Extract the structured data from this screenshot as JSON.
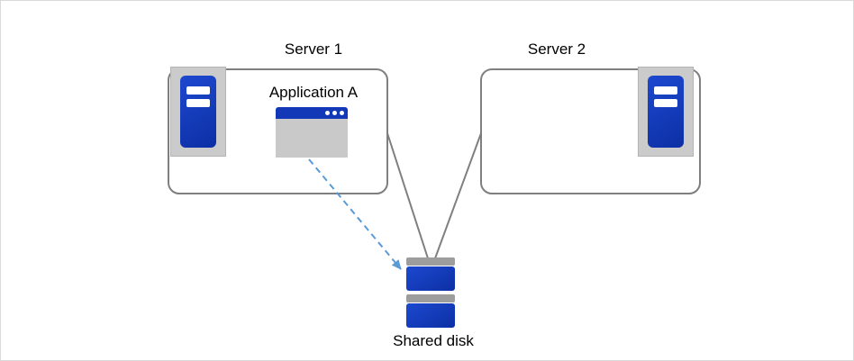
{
  "diagram": {
    "nodes": {
      "server1": {
        "label": "Server 1",
        "application": "Application A"
      },
      "server2": {
        "label": "Server 2"
      },
      "shared_disk": {
        "label": "Shared disk"
      }
    },
    "icons": {
      "server1": "server-tower-icon",
      "server2": "server-tower-icon",
      "application": "application-window-icon",
      "shared_disk": "disk-stack-icon"
    },
    "connections": [
      {
        "from": "server1",
        "to": "shared_disk",
        "style": "solid-gray-line"
      },
      {
        "from": "server2",
        "to": "shared_disk",
        "style": "solid-gray-line"
      },
      {
        "from": "application",
        "to": "shared_disk",
        "style": "dashed-blue-arrow"
      }
    ]
  },
  "colors": {
    "icon-blue": "#1d49d0",
    "icon-blue-dark": "#0c2fa4",
    "window-blue": "#1238b8",
    "icon-gray": "#cbcbcb",
    "band-gray": "#9d9d9d",
    "body-gray": "#c9c9c9",
    "line-gray": "#7f7f7f",
    "arrow-blue": "#5b9bd5",
    "box-border": "#7f7f7f",
    "outer-border": "#d9d9d9"
  }
}
